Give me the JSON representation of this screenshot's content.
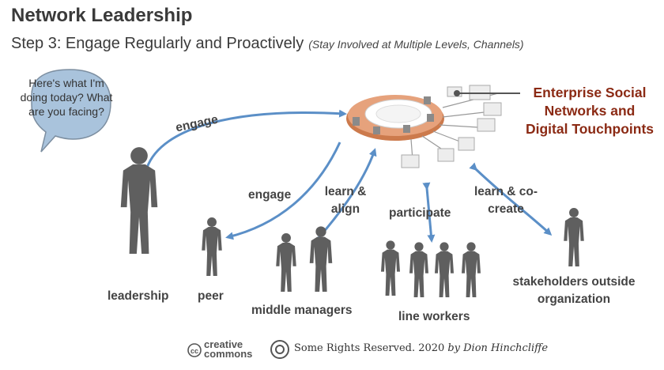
{
  "title": "Network Leadership",
  "subtitle": "Step 3: Engage Regularly and Proactively",
  "subtitle_note": "(Stay Involved at Multiple Levels, Channels)",
  "platform_label": "Enterprise Social Networks and Digital Touchpoints",
  "speech_bubble": "Here's what I'm doing today? What are you facing?",
  "flow_labels": {
    "engage_top": "engage",
    "engage_peer": "engage",
    "learn_align": "learn & align",
    "participate": "participate",
    "learn_cocreate": "learn & co-create"
  },
  "groups": {
    "leadership": "leadership",
    "peer": "peer",
    "middle_managers": "middle managers",
    "line_workers": "line workers",
    "stakeholders": "stakeholders outside organization"
  },
  "license": {
    "creative": "creative",
    "commons": "commons",
    "rights": "Some Rights Reserved. 2020",
    "author": "by Dion Hinchcliffe"
  },
  "colors": {
    "arrow": "#5b8fc7",
    "platform_label": "#8b2a14",
    "bubble": "#a9c3dc",
    "figure": "#5f5f5f"
  }
}
